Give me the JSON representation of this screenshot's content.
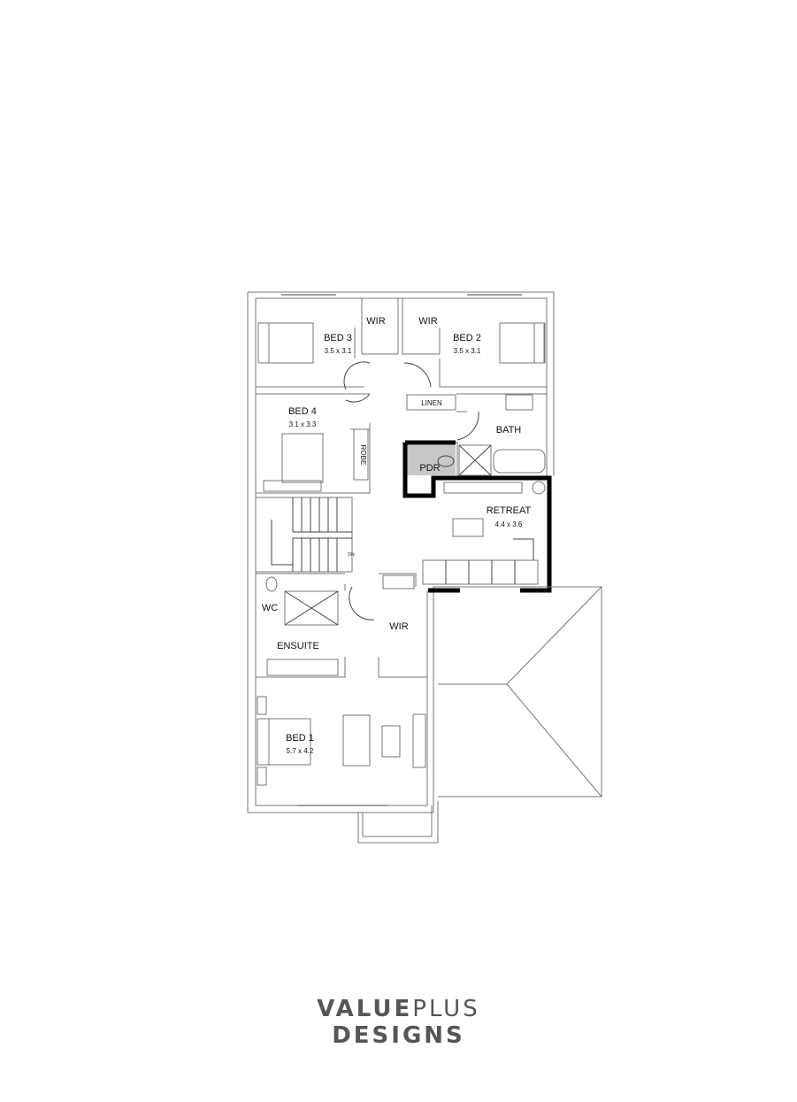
{
  "plan": {
    "rooms": {
      "wir_bed3": "WIR",
      "wir_bed2": "WIR",
      "bed3": {
        "name": "BED 3",
        "size": "3.5 x 3.1"
      },
      "bed2": {
        "name": "BED 2",
        "size": "3.5 x 3.1"
      },
      "bed4": {
        "name": "BED 4",
        "size": "3.1 x 3.3"
      },
      "robe": "ROBE",
      "linen": "LINEN",
      "bath": "BATH",
      "pdr": "PDR",
      "retreat": {
        "name": "RETREAT",
        "size": "4.4 x 3.6"
      },
      "stairs_dn": "DN",
      "wc": "WC",
      "ensuite": "ENSUITE",
      "wir_bed1": "WIR",
      "bed1": {
        "name": "BED 1",
        "size": "5.7 x 4.2"
      }
    },
    "colors": {
      "walls": "#777777",
      "feature_walls": "#000000",
      "pdr_fill": "#c8c8c8"
    }
  },
  "logo": {
    "word1": "VALUE",
    "word2": "PLUS",
    "word3": "DESIGNS"
  }
}
